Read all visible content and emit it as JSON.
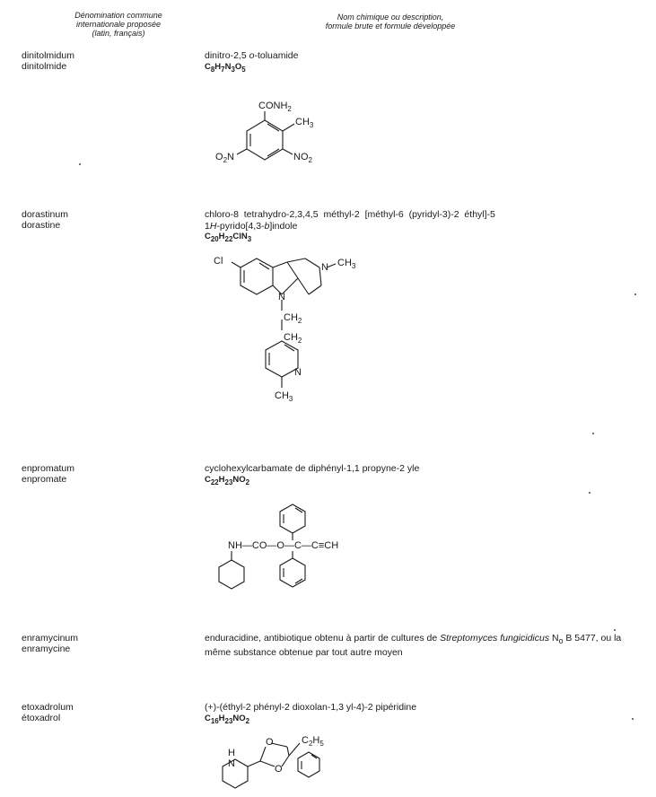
{
  "header": {
    "left": [
      "Dénomination commune",
      "internationale proposée",
      "(latin, français)"
    ],
    "right": [
      "Nom chimique ou description,",
      "formule brute et formule développée"
    ]
  },
  "entries": [
    {
      "latin": "dinitolmidum",
      "french": "dinitolmide",
      "chemical_name": "dinitro-2,5 o-toluamide",
      "formula": "C8H7N3O5",
      "structure_labels": [
        "CONH2",
        "CH3",
        "NO2",
        "O2N"
      ]
    },
    {
      "latin": "dorastinum",
      "french": "dorastine",
      "chemical_name": "chloro-8 tetrahydro-2,3,4,5 méthyl-2 [méthyl-6 (pyridyl-3)-2 éthyl]-5 1H-pyrido[4,3-b]indole",
      "formula": "C20H22ClN3",
      "structure_labels": [
        "Cl",
        "N",
        "CH3",
        "N",
        "CH2",
        "CH2",
        "N",
        "CH3"
      ]
    },
    {
      "latin": "enpromatum",
      "french": "enpromate",
      "chemical_name": "cyclohexylcarbamate de diphényl-1,1 propyne-2 yle",
      "formula": "C22H23NO2",
      "structure_labels": [
        "NH—CO—O—C—C≡CH"
      ]
    },
    {
      "latin": "enramycinum",
      "french": "enramycine",
      "chemical_name": "enduracidine, antibiotique obtenu à partir de cultures de Streptomyces fungicidicus No B 5477, ou la même substance obtenue par tout autre moyen",
      "formula": "",
      "structure_labels": []
    },
    {
      "latin": "etoxadrolum",
      "french": "étoxadrol",
      "chemical_name": "(+)-(éthyl-2 phényl-2 dioxolan-1,3 yl-4)-2 pipéridine",
      "formula": "C16H23NO2",
      "structure_labels": [
        "H",
        "N",
        "O",
        "O",
        "C2H5"
      ]
    }
  ]
}
